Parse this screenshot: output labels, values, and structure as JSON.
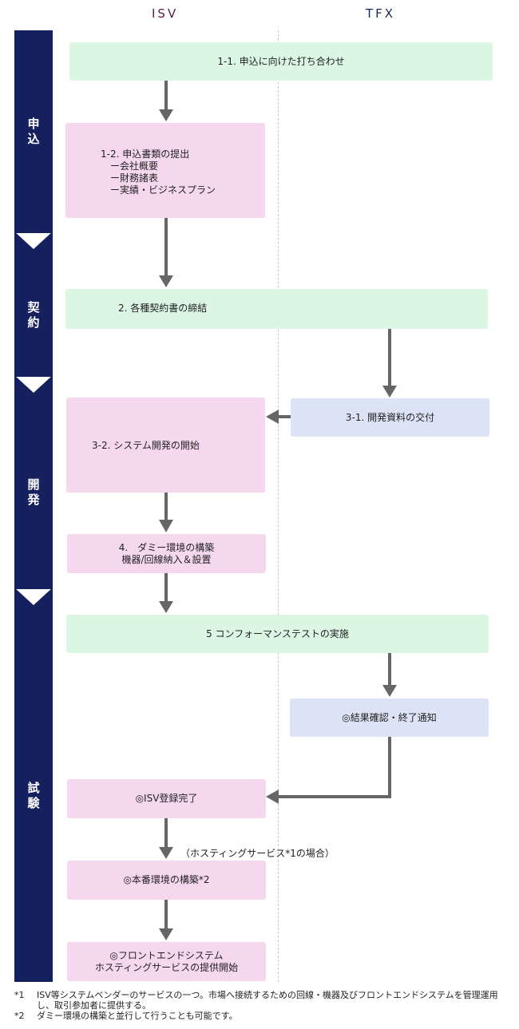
{
  "columns": {
    "isv": "ISV",
    "tfx": "TFX"
  },
  "phases": [
    {
      "label": "申\n込"
    },
    {
      "label": "契\n約"
    },
    {
      "label": "開\n発"
    },
    {
      "label": "試\n験"
    }
  ],
  "steps": {
    "s1_1": "1-1. 申込に向けた打ち合わせ",
    "s1_2": "1-2. 申込書類の提出\n　ー会社概要\n　ー財務諸表\n　ー実績・ビジネスプラン",
    "s2": "2. 各種契約書の締結",
    "s3_1": "3-1. 開発資料の交付",
    "s3_2": "3-2. システム開発の開始",
    "s4": "4.　ダミー環境の構築\n機器/回線納入＆設置",
    "s5": "5 コンフォーマンステストの実施",
    "result": "◎結果確認・終了通知",
    "isv_done": "◎ISV登録完了",
    "prod_env": "◎本番環境の構築*2",
    "frontend": "◎フロントエンドシステム\nホスティングサービスの提供開始"
  },
  "hosting_note": "（ホスティングサービス*1の場合）",
  "footnotes": [
    {
      "mark": "*1",
      "text": "ISV等システムベンダーのサービスの一つ。市場へ接続するための回線・機器及びフロントエンドシステムを管理運用し、取引参加者に提供する。"
    },
    {
      "mark": "*2",
      "text": "ダミー環境の構築と並行して行うことも可能です。"
    }
  ],
  "colors": {
    "phase_bar": "#15205e",
    "green_box": "#dcf6e4",
    "pink_box": "#f6d8ee",
    "blue_box": "#dde3f6",
    "arrow": "#666666"
  }
}
